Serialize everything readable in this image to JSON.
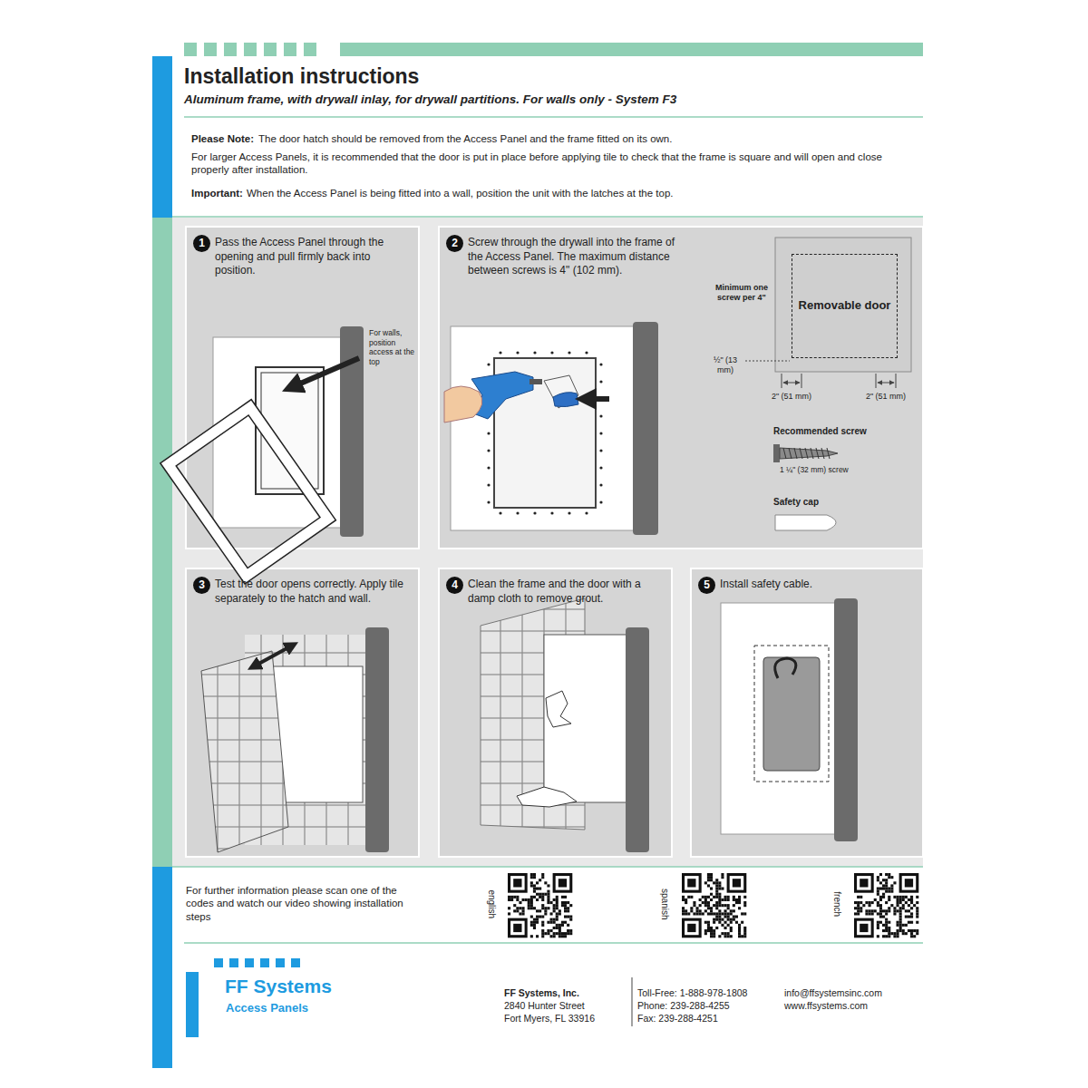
{
  "diagram": {
    "title": "Installation instructions",
    "nodes": [
      {
        "text": [
          "1",
          "Pass the Access Panel through the opening and pull firmly back into position."
        ]
      },
      {
        "text": [
          "2",
          "Screw through the drywall into the frame of the Access Panel. The maximum distance between screws is 4\" (102 mm)."
        ]
      },
      {
        "text": [
          "3",
          "Test the door opens correctly. Apply tile separately to the hatch and wall."
        ]
      },
      {
        "text": [
          "4",
          "Clean the frame and the door with a damp cloth to remove grout."
        ]
      },
      {
        "text": [
          "5",
          "Install safety cable."
        ]
      },
      {
        "text": [
          "Removable door"
        ],
        "in": 1
      }
    ],
    "labels": [
      "Aluminum frame, with drywall inlay, for drywall partitions. For walls only - System F3",
      "Please Note:",
      "The door hatch should be removed from the Access Panel and the frame fitted on its own.",
      "For larger Access Panels, it is recommended that the door is put in place before applying tile to check that the frame is square and will open and close properly after installation.",
      "Important:",
      "When the Access Panel is being fitted into a wall, position the unit with the latches at the top.",
      "For walls, position access at the top",
      "Minimum one screw per 4\"",
      "½\" (13 mm)",
      "2\" (51 mm)",
      "2\" (51 mm)",
      "Recommended screw",
      "1 ¼\" (32 mm) screw",
      "Safety cap",
      "For further information please scan one of the codes and watch our video showing installation steps",
      "english",
      "spanish",
      "french",
      "FF Systems",
      "Access Panels",
      "FF Systems, Inc.",
      "2840 Hunter Street",
      "Fort Myers, FL 33916",
      "Toll-Free: 1-888-978-1808",
      "Phone: 239-288-4255",
      "Fax: 239-288-4251",
      "info@ffsystemsinc.com",
      "www.ffsystems.com"
    ]
  }
}
